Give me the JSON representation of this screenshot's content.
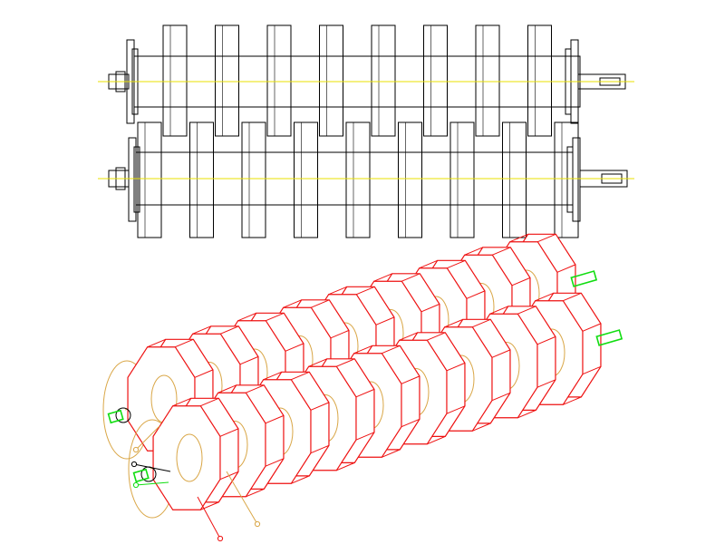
{
  "drawing": {
    "colors": {
      "background": "#ffffff",
      "outline": "#000000",
      "axis": "#e8e000",
      "disc": "#ee1111",
      "hub": "#d9a646",
      "shaft": "#11dd11",
      "leader": "#000000"
    },
    "orthographic_view": {
      "rollers": [
        {
          "id": "upper",
          "teeth": 8,
          "shaft_keyway": true
        },
        {
          "id": "lower",
          "teeth": 9,
          "shaft_keyway": true
        }
      ]
    },
    "isometric_view": {
      "rollers": [
        {
          "id": "back",
          "discs": 9
        },
        {
          "id": "front",
          "discs": 9
        }
      ],
      "callouts": [
        {
          "id": "c1",
          "color_key": "hub"
        },
        {
          "id": "c2",
          "color_key": "leader"
        },
        {
          "id": "c3",
          "color_key": "shaft"
        },
        {
          "id": "c4",
          "color_key": "disc"
        },
        {
          "id": "c5",
          "color_key": "hub"
        }
      ]
    }
  }
}
